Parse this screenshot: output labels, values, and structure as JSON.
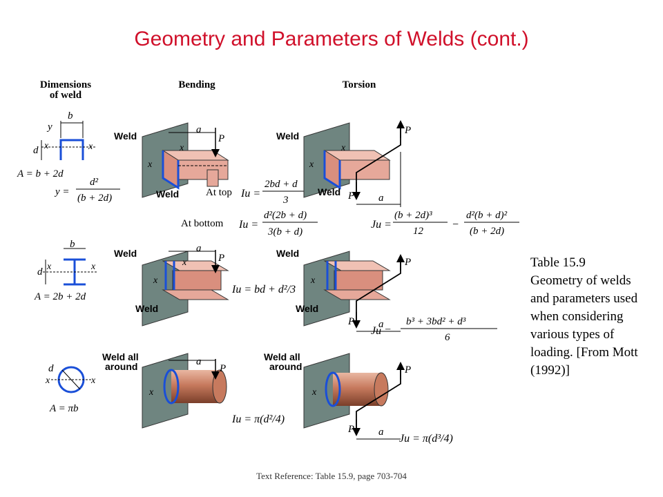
{
  "title": "Geometry and Parameters of Welds (cont.)",
  "columns": {
    "dimensions_line1": "Dimensions",
    "dimensions_line2": "of weld",
    "bending": "Bending",
    "torsion": "Torsion"
  },
  "labels": {
    "weld": "Weld",
    "weld_all": "Weld all",
    "around": "around",
    "a": "a",
    "P": "P",
    "x": "x",
    "y": "y",
    "b": "b",
    "d": "d",
    "at_top": "At top",
    "at_bottom": "At bottom"
  },
  "rows": [
    {
      "area": "A = b + 2d",
      "y_formula_lhs": "y =",
      "y_formula_num": "d²",
      "y_formula_den": "(b + 2d)",
      "bending_top_lhs": "Iu =",
      "bending_top_num": "2bd + d",
      "bending_top_den": "3",
      "bending_bottom_lhs": "Iu =",
      "bending_bottom_num": "d²(2b + d)",
      "bending_bottom_den": "3(b + d)",
      "torsion_lhs": "Ju =",
      "torsion_num1": "(b + 2d)³",
      "torsion_den1": "12",
      "torsion_minus": "−",
      "torsion_num2": "d²(b + d)²",
      "torsion_den2": "(b + 2d)"
    },
    {
      "area": "A = 2b + 2d",
      "bending": "Iu = bd + d²/3",
      "torsion_lhs": "Ju =",
      "torsion_num": "b³ + 3bd² + d³",
      "torsion_den": "6"
    },
    {
      "area": "A = πb",
      "bending": "Iu = π(d²/4)",
      "torsion": "Ju = π(d³/4)"
    }
  ],
  "caption": "Table 15.9 Geometry of welds and parameters used when considering various types of loading. [From Mott (1992)]",
  "footer": "Text Reference:  Table 15.9,  page 703-704",
  "colors": {
    "title": "#d0102a",
    "weld_blue": "#1a4fd8",
    "plate": "#6f8580",
    "beam": "#e6a89a",
    "rod": "#c77a5e"
  }
}
